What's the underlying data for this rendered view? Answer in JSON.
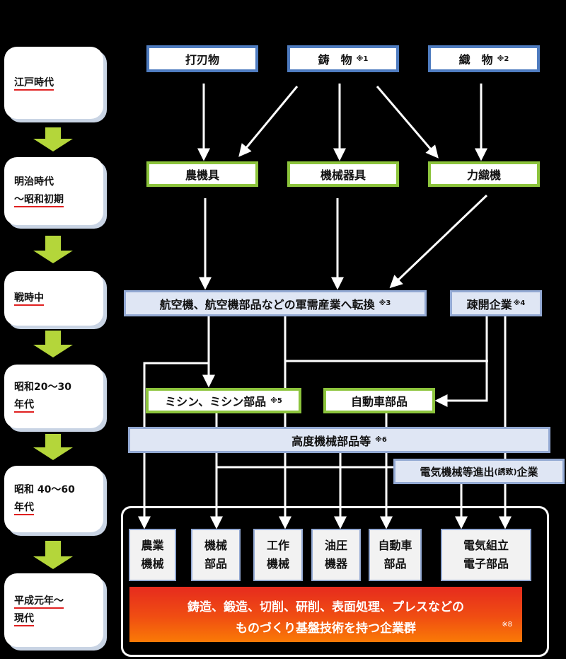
{
  "eras": [
    {
      "lines": [
        "江戸時代"
      ]
    },
    {
      "lines": [
        "明治時代",
        "～昭和初期"
      ]
    },
    {
      "lines": [
        "戦時中"
      ]
    },
    {
      "lines": [
        "昭和20～30",
        "年代"
      ]
    },
    {
      "lines": [
        "昭和 40～60",
        "年代"
      ]
    },
    {
      "lines": [
        "平成元年～",
        "現代"
      ]
    }
  ],
  "row1": {
    "uchihamono": "打刃物",
    "imono": "鋳　物",
    "imono_note": "※1",
    "orimono": "織　物",
    "orimono_note": "※2"
  },
  "row2": {
    "noukigu": "農機具",
    "kikaikigu": "機械器具",
    "rikishokki": "力織機"
  },
  "row3": {
    "tenkan": "航空機、航空機部品などの軍需産業へ転換",
    "tenkan_note": "※3",
    "sokai": "疎開企業",
    "sokai_note": "※4"
  },
  "row4": {
    "mishin": "ミシン、ミシン部品",
    "mishin_note": "※5",
    "jidoushabuhin": "自動車部品"
  },
  "row5": {
    "koudo": "高度機械部品等",
    "koudo_note": "※6"
  },
  "row6": {
    "denki_a": "電気機械等進出",
    "denki_b": "(誘致)",
    "denki_c": "企業"
  },
  "bottom_boxes": [
    {
      "l1": "農業",
      "l2": "機械"
    },
    {
      "l1": "機械",
      "l2": "部品"
    },
    {
      "l1": "工作",
      "l2": "機械"
    },
    {
      "l1": "油圧",
      "l2": "機器"
    },
    {
      "l1": "自動車",
      "l2": "部品"
    },
    {
      "l1": "電気組立",
      "l2": "電子部品"
    }
  ],
  "redbar": {
    "line1": "鋳造、鍛造、切削、研削、表面処理、プレスなどの",
    "line2": "ものづくり基盤技術を持つ企業群",
    "note": "※8"
  },
  "colors": {
    "era_arrow": "#b4d63a",
    "blue_border": "#4f7cc0",
    "green_border": "#8cc43c",
    "pale_fill": "#dfe6f4",
    "red_bar": "#e62b1e"
  }
}
